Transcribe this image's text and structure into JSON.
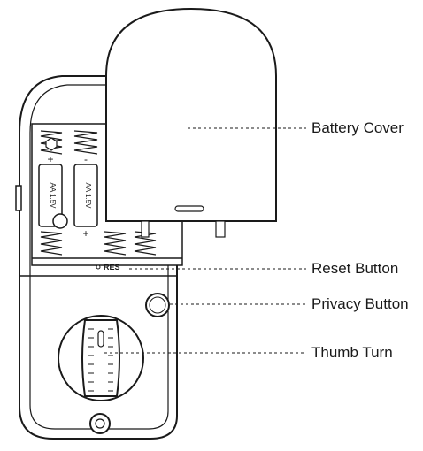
{
  "diagram": {
    "labels": {
      "battery_cover": "Battery Cover",
      "reset_button": "Reset Button",
      "privacy_button": "Privacy Button",
      "thumb_turn": "Thumb Turn"
    },
    "device_text": {
      "reset_marking": "RES",
      "battery_left": "AA 1.5V",
      "battery_right": "AA 1.5V",
      "plus": "+",
      "minus": "-"
    },
    "colors": {
      "line": "#1a1a1a",
      "body_fill": "#ffffff",
      "shadow": "#555555"
    }
  }
}
